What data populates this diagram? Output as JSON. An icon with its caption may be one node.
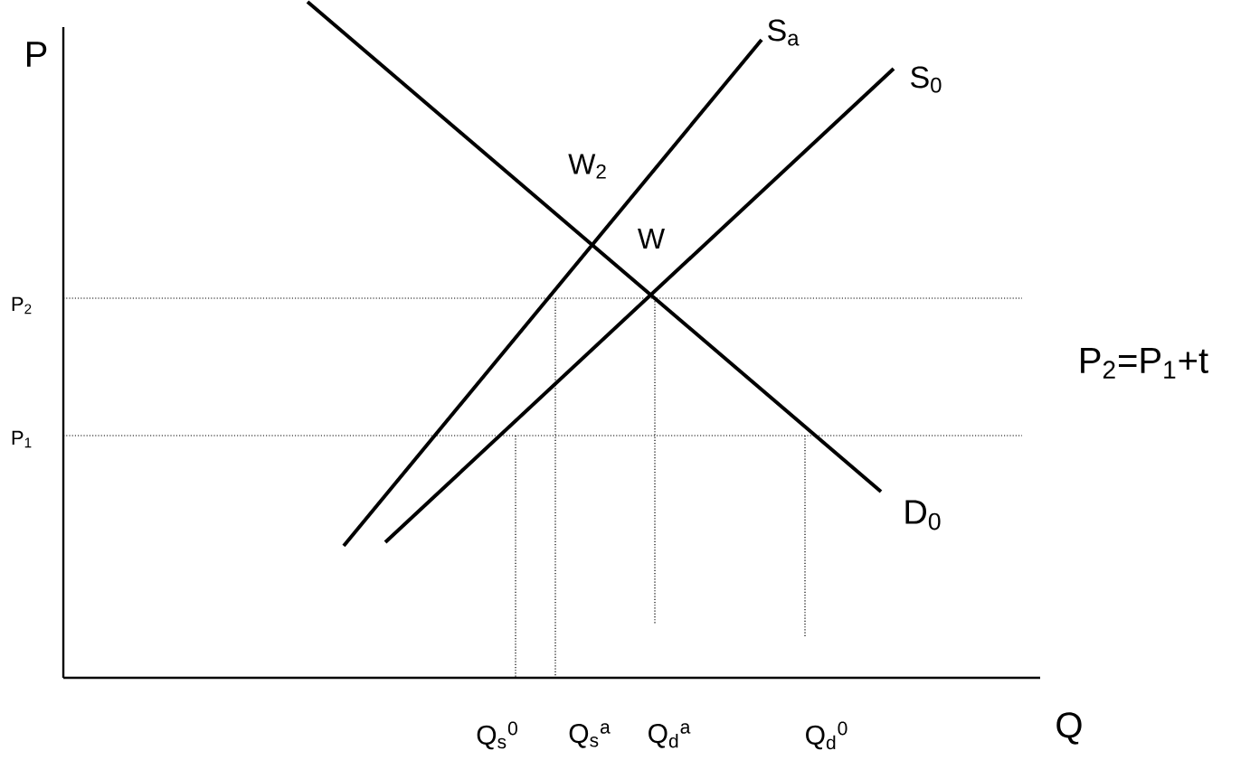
{
  "diagram": {
    "labels": [
      "P",
      "S$_{a}$",
      "S$_{0}$",
      "W$_{2}$",
      "W",
      "P$_{2}$",
      "P$_{2}$=P$_{1}$+t",
      "P$_{1}$",
      "D$_{0}$",
      "Q$_{s}$$^{0}$",
      "Q$_{s}$$^{a}$",
      "Q$_{d}$$^{a}$",
      "Q$_{d}$$^{0}$",
      "Q"
    ]
  }
}
